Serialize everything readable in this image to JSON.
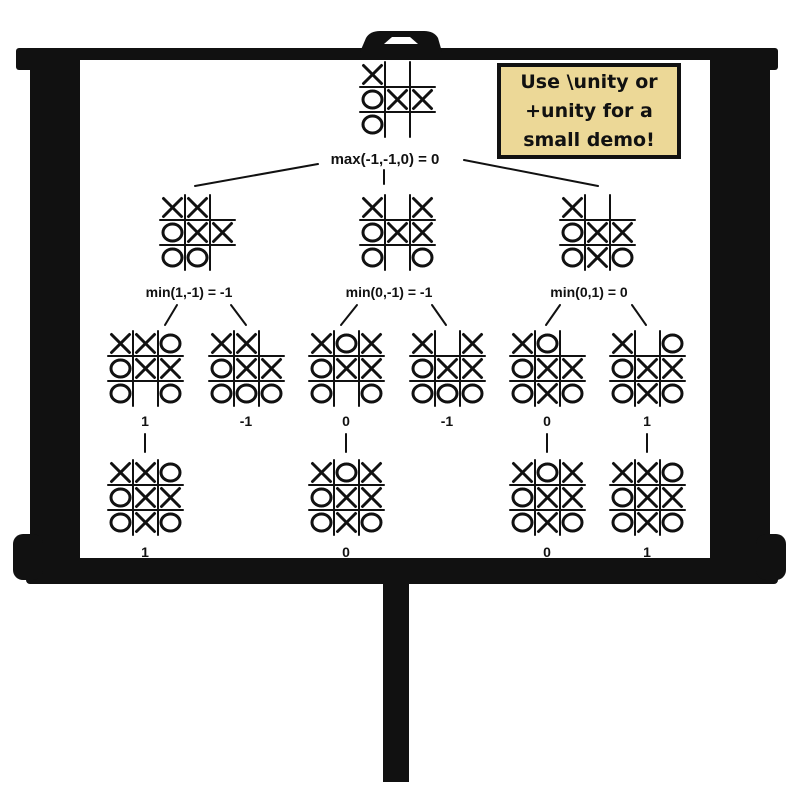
{
  "note": {
    "line1": "Use \\unity or",
    "line2": "+unity for a",
    "line3": "small demo!"
  },
  "tree": {
    "root_eval": "max(-1,-1,0) = 0",
    "min_evals": [
      "min(1,-1) = -1",
      "min(0,-1) = -1",
      "min(0,1) = 0"
    ],
    "leaf_values": [
      "1",
      "-1",
      "0",
      "-1",
      "0",
      "1"
    ],
    "final_values": [
      "1",
      "0",
      "0",
      "1"
    ],
    "boards": {
      "root": [
        "X",
        "",
        "",
        "O",
        "X",
        "X",
        "O",
        "",
        ""
      ],
      "level1": [
        [
          "X",
          "X",
          "",
          "O",
          "X",
          "X",
          "O",
          "O",
          ""
        ],
        [
          "X",
          "",
          "X",
          "O",
          "X",
          "X",
          "O",
          "",
          "O"
        ],
        [
          "X",
          "",
          "",
          "O",
          "X",
          "X",
          "O",
          "X",
          "O"
        ]
      ],
      "level2": [
        [
          "X",
          "X",
          "O",
          "O",
          "X",
          "X",
          "O",
          "",
          "O"
        ],
        [
          "X",
          "X",
          "",
          "O",
          "X",
          "X",
          "O",
          "O",
          "O"
        ],
        [
          "X",
          "O",
          "X",
          "O",
          "X",
          "X",
          "O",
          "",
          "O"
        ],
        [
          "X",
          "",
          "X",
          "O",
          "X",
          "X",
          "O",
          "O",
          "O"
        ],
        [
          "X",
          "O",
          "",
          "O",
          "X",
          "X",
          "O",
          "X",
          "O"
        ],
        [
          "X",
          "",
          "O",
          "O",
          "X",
          "X",
          "O",
          "X",
          "O"
        ]
      ],
      "level3": [
        [
          "X",
          "X",
          "O",
          "O",
          "X",
          "X",
          "O",
          "X",
          "O"
        ],
        [
          "X",
          "O",
          "X",
          "O",
          "X",
          "X",
          "O",
          "X",
          "O"
        ],
        [
          "X",
          "O",
          "X",
          "O",
          "X",
          "X",
          "O",
          "X",
          "O"
        ],
        [
          "X",
          "X",
          "O",
          "O",
          "X",
          "X",
          "O",
          "X",
          "O"
        ]
      ]
    }
  }
}
